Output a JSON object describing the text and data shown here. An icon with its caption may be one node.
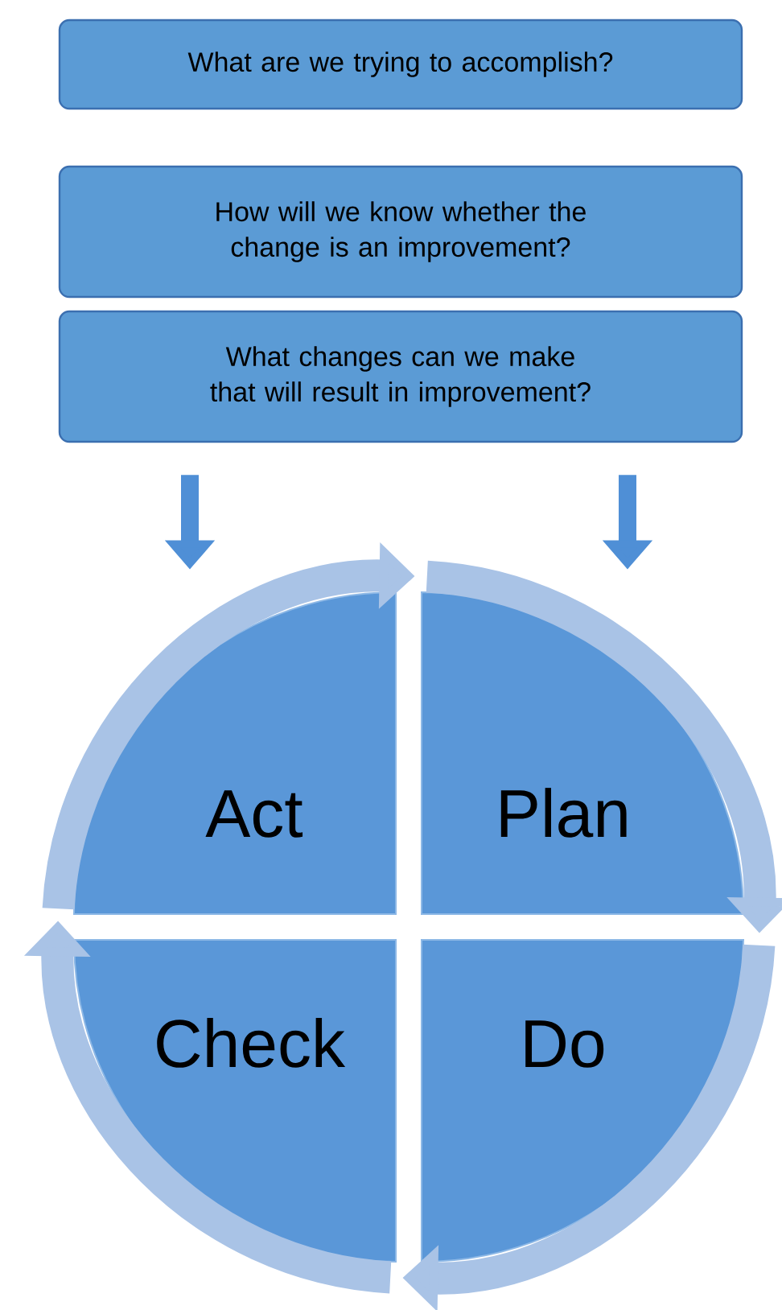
{
  "diagram": {
    "nodes": [
      {
        "text": [
          "What are we trying to accomplish?"
        ]
      },
      {
        "text": [
          "How will we know whether the change is an improvement?"
        ]
      },
      {
        "text": [
          "What changes can we make that will result in improvement?"
        ]
      },
      {
        "text": [
          "Act"
        ]
      },
      {
        "text": [
          "Plan"
        ]
      },
      {
        "text": [
          "Check"
        ]
      },
      {
        "text": [
          "Do"
        ]
      }
    ],
    "edges": [
      {
        "from": 2,
        "to": 3,
        "arrow": "to",
        "color": "#4f8fd6"
      },
      {
        "from": 2,
        "to": 4,
        "arrow": "to",
        "color": "#4f8fd6"
      },
      {
        "from": 3,
        "to": 4,
        "arrow": "to"
      },
      {
        "from": 4,
        "to": 6,
        "arrow": "to"
      },
      {
        "from": 6,
        "to": 5,
        "arrow": "to"
      },
      {
        "from": 5,
        "to": 3,
        "arrow": "to"
      }
    ]
  }
}
